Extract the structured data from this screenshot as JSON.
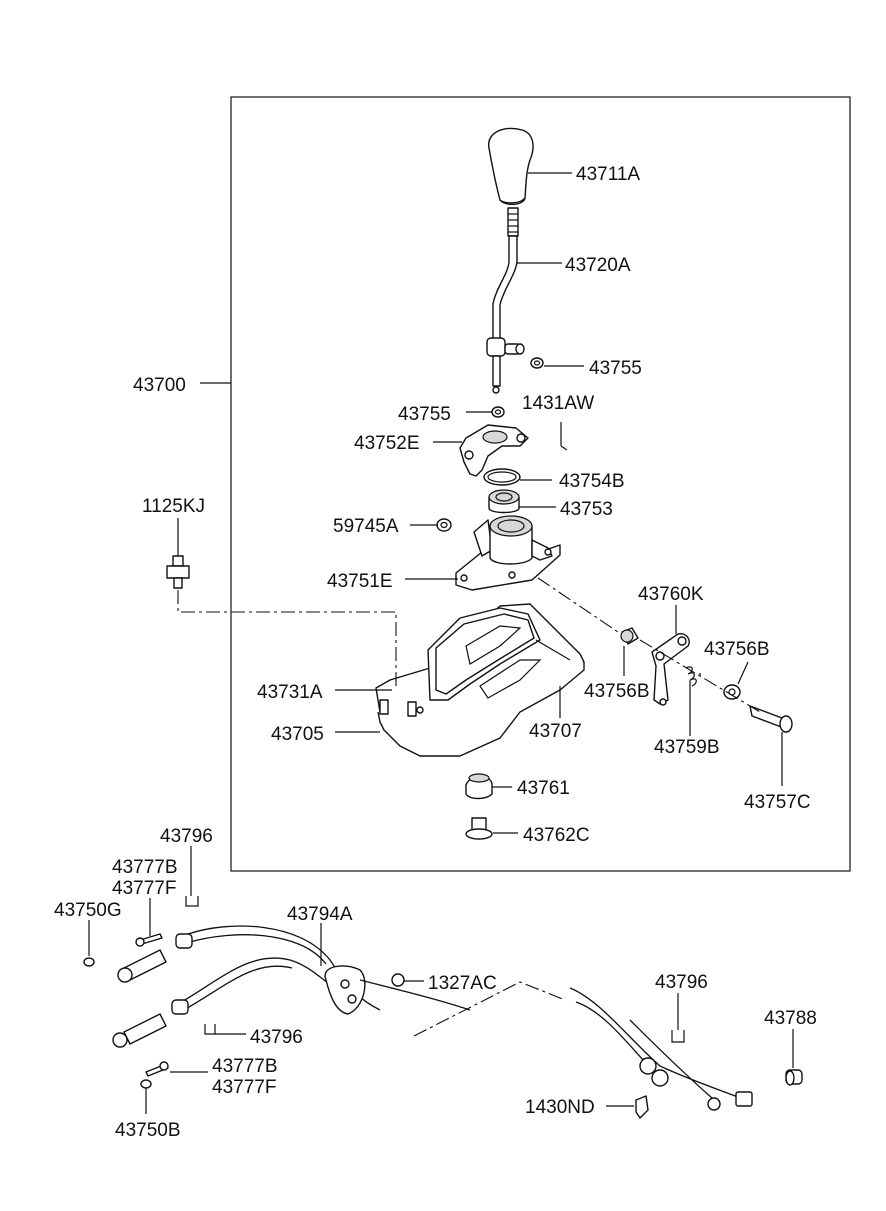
{
  "diagram": {
    "labels": {
      "p43711A": "43711A",
      "p43720A": "43720A",
      "p43755_r": "43755",
      "p43700": "43700",
      "p43755_l": "43755",
      "p1431AW": "1431AW",
      "p43752E": "43752E",
      "p43754B": "43754B",
      "p43753": "43753",
      "p1125KJ": "1125KJ",
      "p59745A": "59745A",
      "p43751E": "43751E",
      "p43760K": "43760K",
      "p43756B_r": "43756B",
      "p43756B_l": "43756B",
      "p43731A": "43731A",
      "p43707": "43707",
      "p43705": "43705",
      "p43759B": "43759B",
      "p43761": "43761",
      "p43757C": "43757C",
      "p43762C": "43762C",
      "p43796_top": "43796",
      "p43777B_top": "43777B",
      "p43777F_top": "43777F",
      "p43750G": "43750G",
      "p43794A": "43794A",
      "p1327AC": "1327AC",
      "p43796_right": "43796",
      "p43788": "43788",
      "p43796_mid": "43796",
      "p43777B_bot": "43777B",
      "p43777F_bot": "43777F",
      "p1430ND": "1430ND",
      "p43750B": "43750B"
    }
  }
}
